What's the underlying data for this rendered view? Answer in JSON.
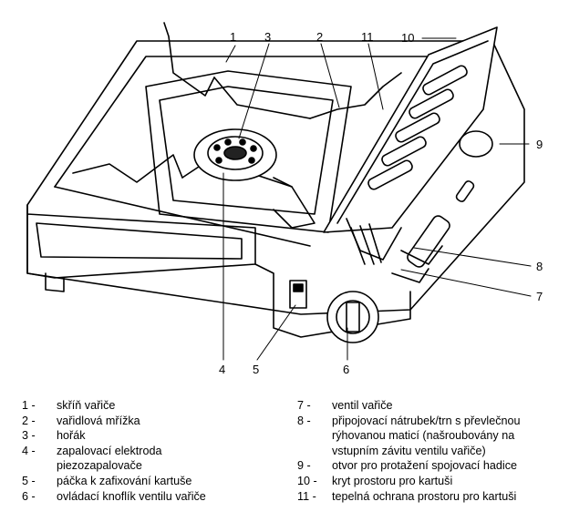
{
  "callouts": {
    "c1": "1",
    "c2": "2",
    "c3": "3",
    "c4": "4",
    "c5": "5",
    "c6": "6",
    "c7": "7",
    "c8": "8",
    "c9": "9",
    "c10": "10",
    "c11": "11"
  },
  "legend": {
    "left": [
      {
        "key": "1 -",
        "text": "skříň vařiče"
      },
      {
        "key": "2 -",
        "text": "vařidlová mřížka"
      },
      {
        "key": "3 -",
        "text": "hořák"
      },
      {
        "key": "4 -",
        "text": "zapalovací elektroda"
      },
      {
        "key": "",
        "text": "piezozapalovače"
      },
      {
        "key": "5 -",
        "text": "páčka k zafixování kartuše"
      },
      {
        "key": "6 -",
        "text": "ovládací knoflík ventilu vařiče"
      }
    ],
    "right": [
      {
        "key": "7 -",
        "text": "ventil vařiče"
      },
      {
        "key": "8 -",
        "text": "připojovací nátrubek/trn s převlečnou"
      },
      {
        "key": "",
        "text": "rýhovanou maticí (našroubovány na"
      },
      {
        "key": "",
        "text": "vstupním závitu ventilu vařiče)"
      },
      {
        "key": "9 -",
        "text": "otvor pro protažení spojovací hadice"
      },
      {
        "key": "10 -",
        "text": "kryt prostoru pro kartuši"
      },
      {
        "key": "11 -",
        "text": "tepelná ochrana prostoru pro kartuši"
      }
    ]
  }
}
